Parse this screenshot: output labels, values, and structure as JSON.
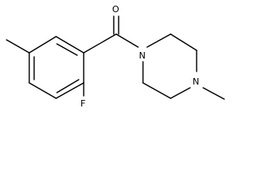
{
  "diagram": {
    "type": "chemical-structure",
    "atoms": {
      "oxygen": "O",
      "fluorine": "F",
      "nitrogen_amide": "N",
      "nitrogen_methyl": "N"
    }
  },
  "colors": {
    "bond": "#000000",
    "background": "#ffffff"
  }
}
